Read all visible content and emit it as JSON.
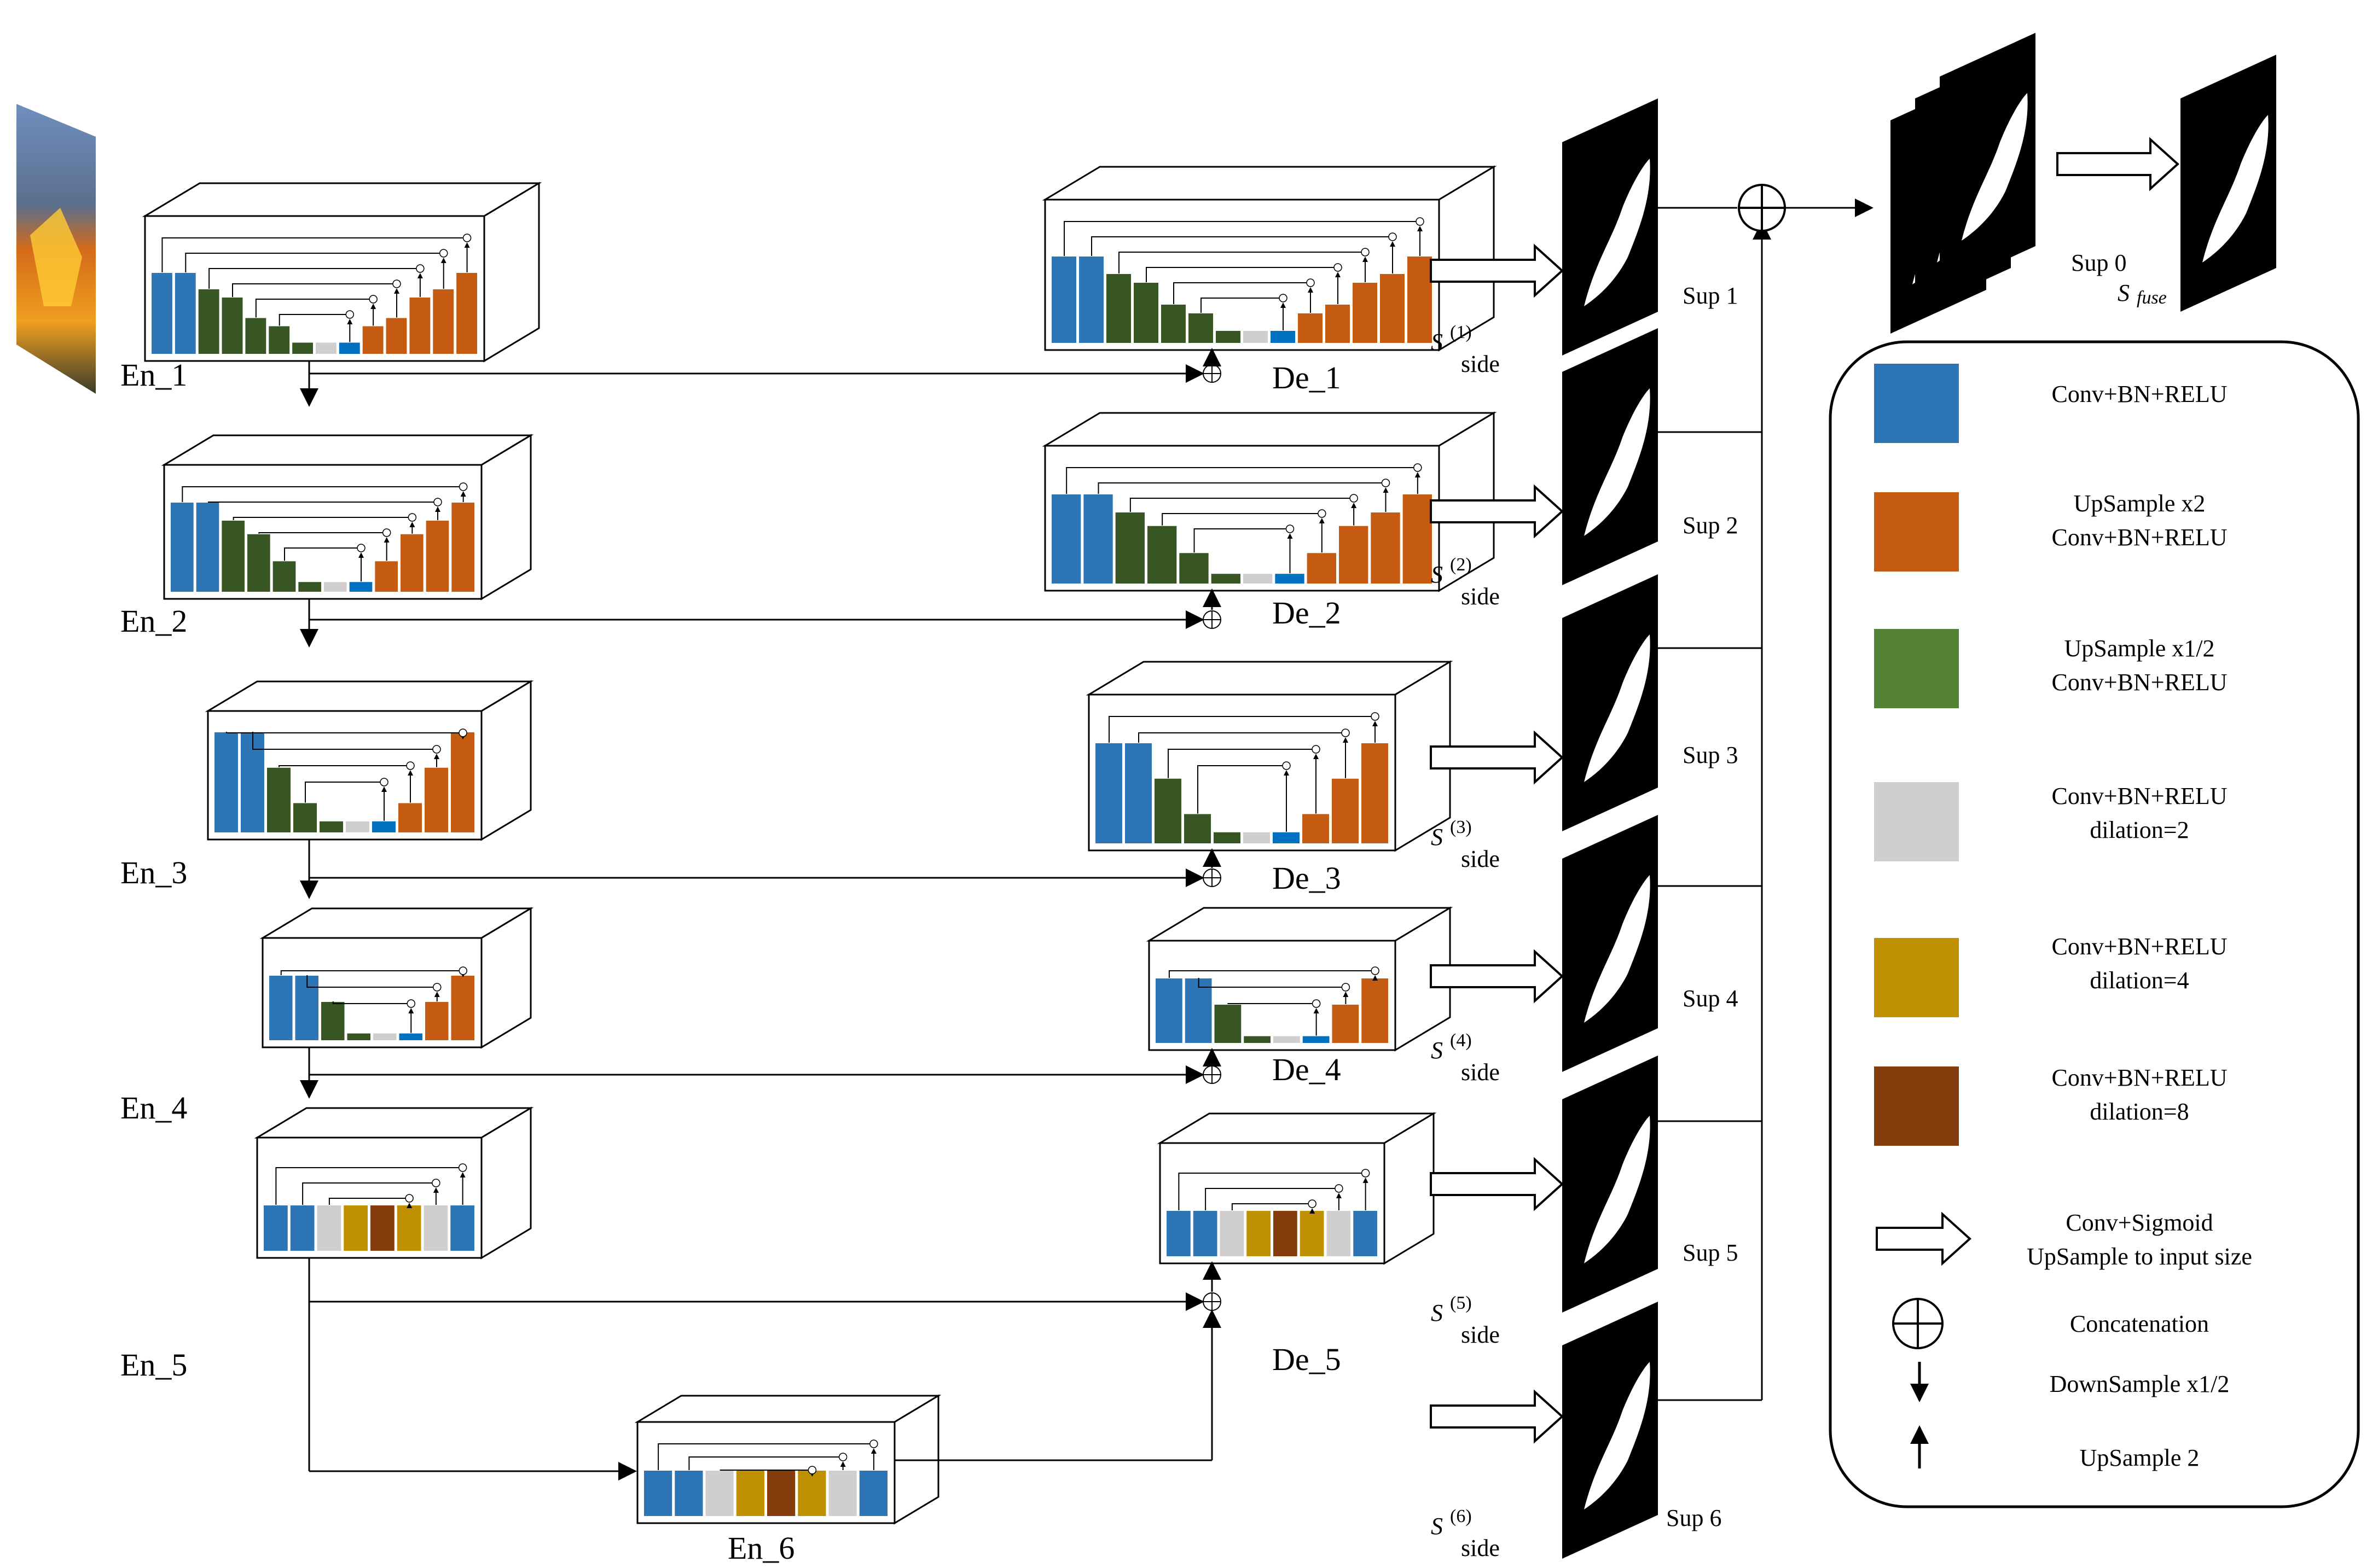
{
  "encoders": [
    {
      "label": "En_1"
    },
    {
      "label": "En_2"
    },
    {
      "label": "En_3"
    },
    {
      "label": "En_4"
    },
    {
      "label": "En_5"
    },
    {
      "label": "En_6"
    }
  ],
  "decoders": [
    {
      "label": "De_1",
      "side": {
        "s": "S",
        "sup": "(1)",
        "sub": "side"
      },
      "map_label": "Sup 1"
    },
    {
      "label": "De_2",
      "side": {
        "s": "S",
        "sup": "(2)",
        "sub": "side"
      },
      "map_label": "Sup 2"
    },
    {
      "label": "De_3",
      "side": {
        "s": "S",
        "sup": "(3)",
        "sub": "side"
      },
      "map_label": "Sup 3"
    },
    {
      "label": "De_4",
      "side": {
        "s": "S",
        "sup": "(4)",
        "sub": "side"
      },
      "map_label": "Sup 4"
    },
    {
      "label": "De_5",
      "side": {
        "s": "S",
        "sup": "(5)",
        "sub": "side"
      },
      "map_label": "Sup 5"
    },
    {
      "label": "",
      "side": {
        "s": "S",
        "sup": "(6)",
        "sub": "side"
      },
      "map_label": "Sup 6"
    }
  ],
  "fuse": {
    "label": "Sup 0",
    "s": "S",
    "sub": "fuse"
  },
  "legend": {
    "items": [
      {
        "lines": [
          "Conv+BN+RELU"
        ],
        "color": "#2E75B6"
      },
      {
        "lines": [
          "UpSample  x2",
          "Conv+BN+RELU"
        ],
        "color": "#C55A11"
      },
      {
        "lines": [
          "UpSample  x1/2",
          "Conv+BN+RELU"
        ],
        "color": "#548235"
      },
      {
        "lines": [
          "Conv+BN+RELU",
          "dilation=2"
        ],
        "color": "#D0CECE"
      },
      {
        "lines": [
          "Conv+BN+RELU",
          "dilation=4"
        ],
        "color": "#BF9000"
      },
      {
        "lines": [
          "Conv+BN+RELU",
          "dilation=8"
        ],
        "color": "#843C0C"
      }
    ],
    "side_arrow": [
      "Conv+Sigmoid",
      "UpSample to input size"
    ],
    "concat": "Concatenation",
    "down": "DownSample x1/2",
    "up": "UpSample 2"
  },
  "colors": {
    "blue": "#2E75B6",
    "orange": "#C55A11",
    "green": "#375623",
    "gray": "#D0CECE",
    "gold": "#BF9000",
    "brown": "#843C0C",
    "lightblue": "#0070C0"
  }
}
